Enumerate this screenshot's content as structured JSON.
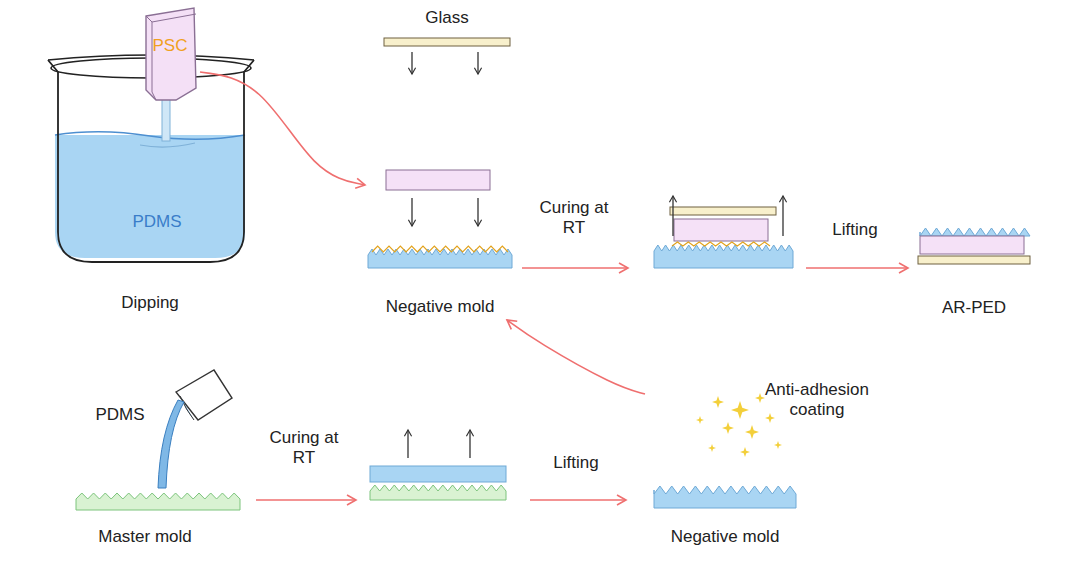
{
  "diagram": {
    "nodes": [
      {
        "text": [
          "PSC"
        ]
      },
      {
        "text": [
          "PDMS",
          "Dipping"
        ]
      },
      {
        "text": [
          "Glass",
          "Negative mold"
        ]
      },
      {
        "text": [
          "AR-PED"
        ]
      },
      {
        "text": [
          "PDMS",
          "Master mold"
        ]
      },
      {
        "text": [
          "Anti-adhesion coating",
          "Negative mold"
        ]
      }
    ],
    "edges": [
      {
        "from": 0,
        "to": 2,
        "arrow": "to"
      },
      {
        "from": 5,
        "to": 2,
        "arrow": "to"
      }
    ],
    "labels": [
      "Curing at RT",
      "Lifting",
      "Curing at RT",
      "Lifting"
    ]
  }
}
